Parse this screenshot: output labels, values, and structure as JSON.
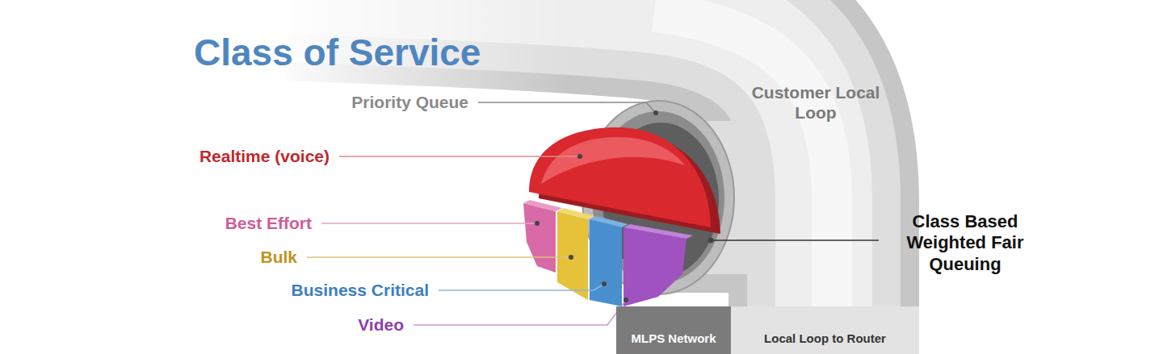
{
  "diagram": {
    "title": "Class of Service",
    "nodes": [
      {
        "text": [
          "MLPS Network"
        ]
      },
      {
        "text": [
          "Local Loop to Router"
        ]
      }
    ],
    "labels": [
      "Priority Queue",
      "Realtime (voice)",
      "Best Effort",
      "Bulk",
      "Business Critical",
      "Video",
      "Customer Local Loop",
      "Class Based Weighted Fair Queuing"
    ]
  }
}
